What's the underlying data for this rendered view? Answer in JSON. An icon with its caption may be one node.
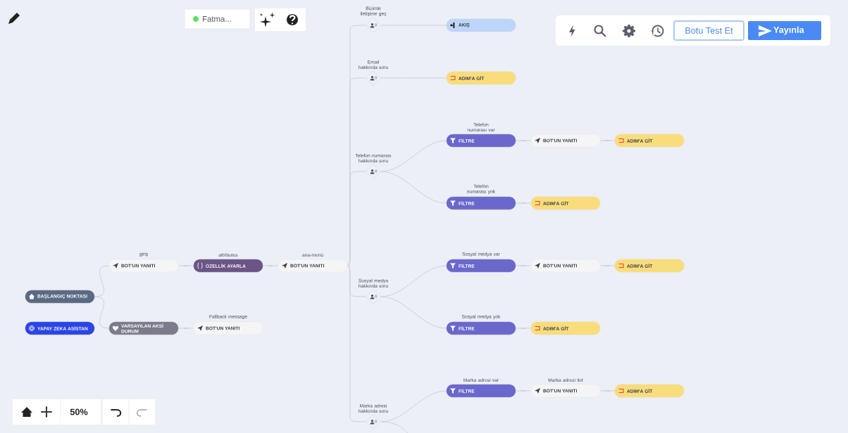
{
  "diagram": {
    "nodes": [
      {
        "text": [
          "BAŞLANGIÇ NOKTASI"
        ]
      },
      {
        "text": [
          "YAPAY ZEKA ASİSTAN"
        ]
      },
      {
        "text": [
          "BOT'UN YANITI"
        ],
        "beside": [
          "giriş"
        ]
      },
      {
        "text": [
          "ÖZELLİK AYARLA"
        ],
        "beside": [
          "attributes"
        ]
      },
      {
        "text": [
          "BOT'UN YANITI"
        ],
        "beside": [
          "ana-menü"
        ]
      },
      {
        "text": [
          "VARSAYILAN AKSİ DURUM"
        ]
      },
      {
        "text": [
          "BOT'UN YANITI"
        ],
        "beside": [
          "Fallback message"
        ]
      },
      {
        "text": [],
        "shape": "diamond",
        "beside": [
          "Bizimle iletişime geç"
        ]
      },
      {
        "text": [
          "AKIŞ"
        ]
      },
      {
        "text": [],
        "shape": "diamond",
        "beside": [
          "Email hakkında soru"
        ]
      },
      {
        "text": [
          "ADIM'A GİT"
        ]
      },
      {
        "text": [],
        "shape": "diamond",
        "beside": [
          "Telefon numarası hakkında soru"
        ]
      },
      {
        "text": [
          "FİLTRE"
        ],
        "beside": [
          "Telefon numarası var"
        ]
      },
      {
        "text": [
          "BOT'UN YANITI"
        ]
      },
      {
        "text": [
          "ADIM'A GİT"
        ]
      },
      {
        "text": [
          "FİLTRE"
        ],
        "beside": [
          "Telefon numarası yok"
        ]
      },
      {
        "text": [
          "ADIM'A GİT"
        ]
      },
      {
        "text": [],
        "shape": "diamond",
        "beside": [
          "Sosyal medya hakkında soru"
        ]
      },
      {
        "text": [
          "FİLTRE"
        ],
        "beside": [
          "Sosyal medya var"
        ]
      },
      {
        "text": [
          "BOT'UN YANITI"
        ]
      },
      {
        "text": [
          "ADIM'A GİT"
        ]
      },
      {
        "text": [
          "FİLTRE"
        ],
        "beside": [
          "Sosyal medya yok"
        ]
      },
      {
        "text": [
          "ADIM'A GİT"
        ]
      },
      {
        "text": [],
        "shape": "diamond",
        "beside": [
          "Marka adresi hakkında soru"
        ]
      },
      {
        "text": [
          "FİLTRE"
        ],
        "beside": [
          "Marka adresi var"
        ]
      },
      {
        "text": [
          "BOT'UN YANITI"
        ],
        "beside": [
          "Marka adresi ilet"
        ]
      },
      {
        "text": [
          "ADIM'A GİT"
        ]
      }
    ],
    "edges": [
      {
        "from": 0,
        "to": 2,
        "arrow": "none"
      },
      {
        "from": 0,
        "to": 5,
        "arrow": "none"
      },
      {
        "from": 2,
        "to": 3,
        "arrow": "none"
      },
      {
        "from": 3,
        "to": 4,
        "arrow": "none"
      },
      {
        "from": 5,
        "to": 6,
        "arrow": "none"
      },
      {
        "from": 4,
        "to": 7,
        "arrow": "none"
      },
      {
        "from": 4,
        "to": 9,
        "arrow": "none"
      },
      {
        "from": 4,
        "to": 11,
        "arrow": "none"
      },
      {
        "from": 4,
        "to": 17,
        "arrow": "none"
      },
      {
        "from": 4,
        "to": 23,
        "arrow": "none"
      },
      {
        "from": 7,
        "to": 8,
        "arrow": "none"
      },
      {
        "from": 9,
        "to": 10,
        "arrow": "none"
      },
      {
        "from": 11,
        "to": 12,
        "arrow": "none"
      },
      {
        "from": 11,
        "to": 15,
        "arrow": "none"
      },
      {
        "from": 12,
        "to": 13,
        "arrow": "none"
      },
      {
        "from": 13,
        "to": 14,
        "arrow": "none"
      },
      {
        "from": 15,
        "to": 16,
        "arrow": "none"
      },
      {
        "from": 17,
        "to": 18,
        "arrow": "none"
      },
      {
        "from": 17,
        "to": 21,
        "arrow": "none"
      },
      {
        "from": 18,
        "to": 19,
        "arrow": "none"
      },
      {
        "from": 19,
        "to": 20,
        "arrow": "none"
      },
      {
        "from": 21,
        "to": 22,
        "arrow": "none"
      },
      {
        "from": 23,
        "to": 24,
        "arrow": "none"
      },
      {
        "from": 24,
        "to": 25,
        "arrow": "none"
      },
      {
        "from": 25,
        "to": 26,
        "arrow": "none"
      },
      {
        "from": 23,
        "to": null,
        "arrow": "none"
      }
    ],
    "labels": [
      "Fatma...",
      "Botu Test Et",
      "Yayınla",
      "50%"
    ]
  }
}
